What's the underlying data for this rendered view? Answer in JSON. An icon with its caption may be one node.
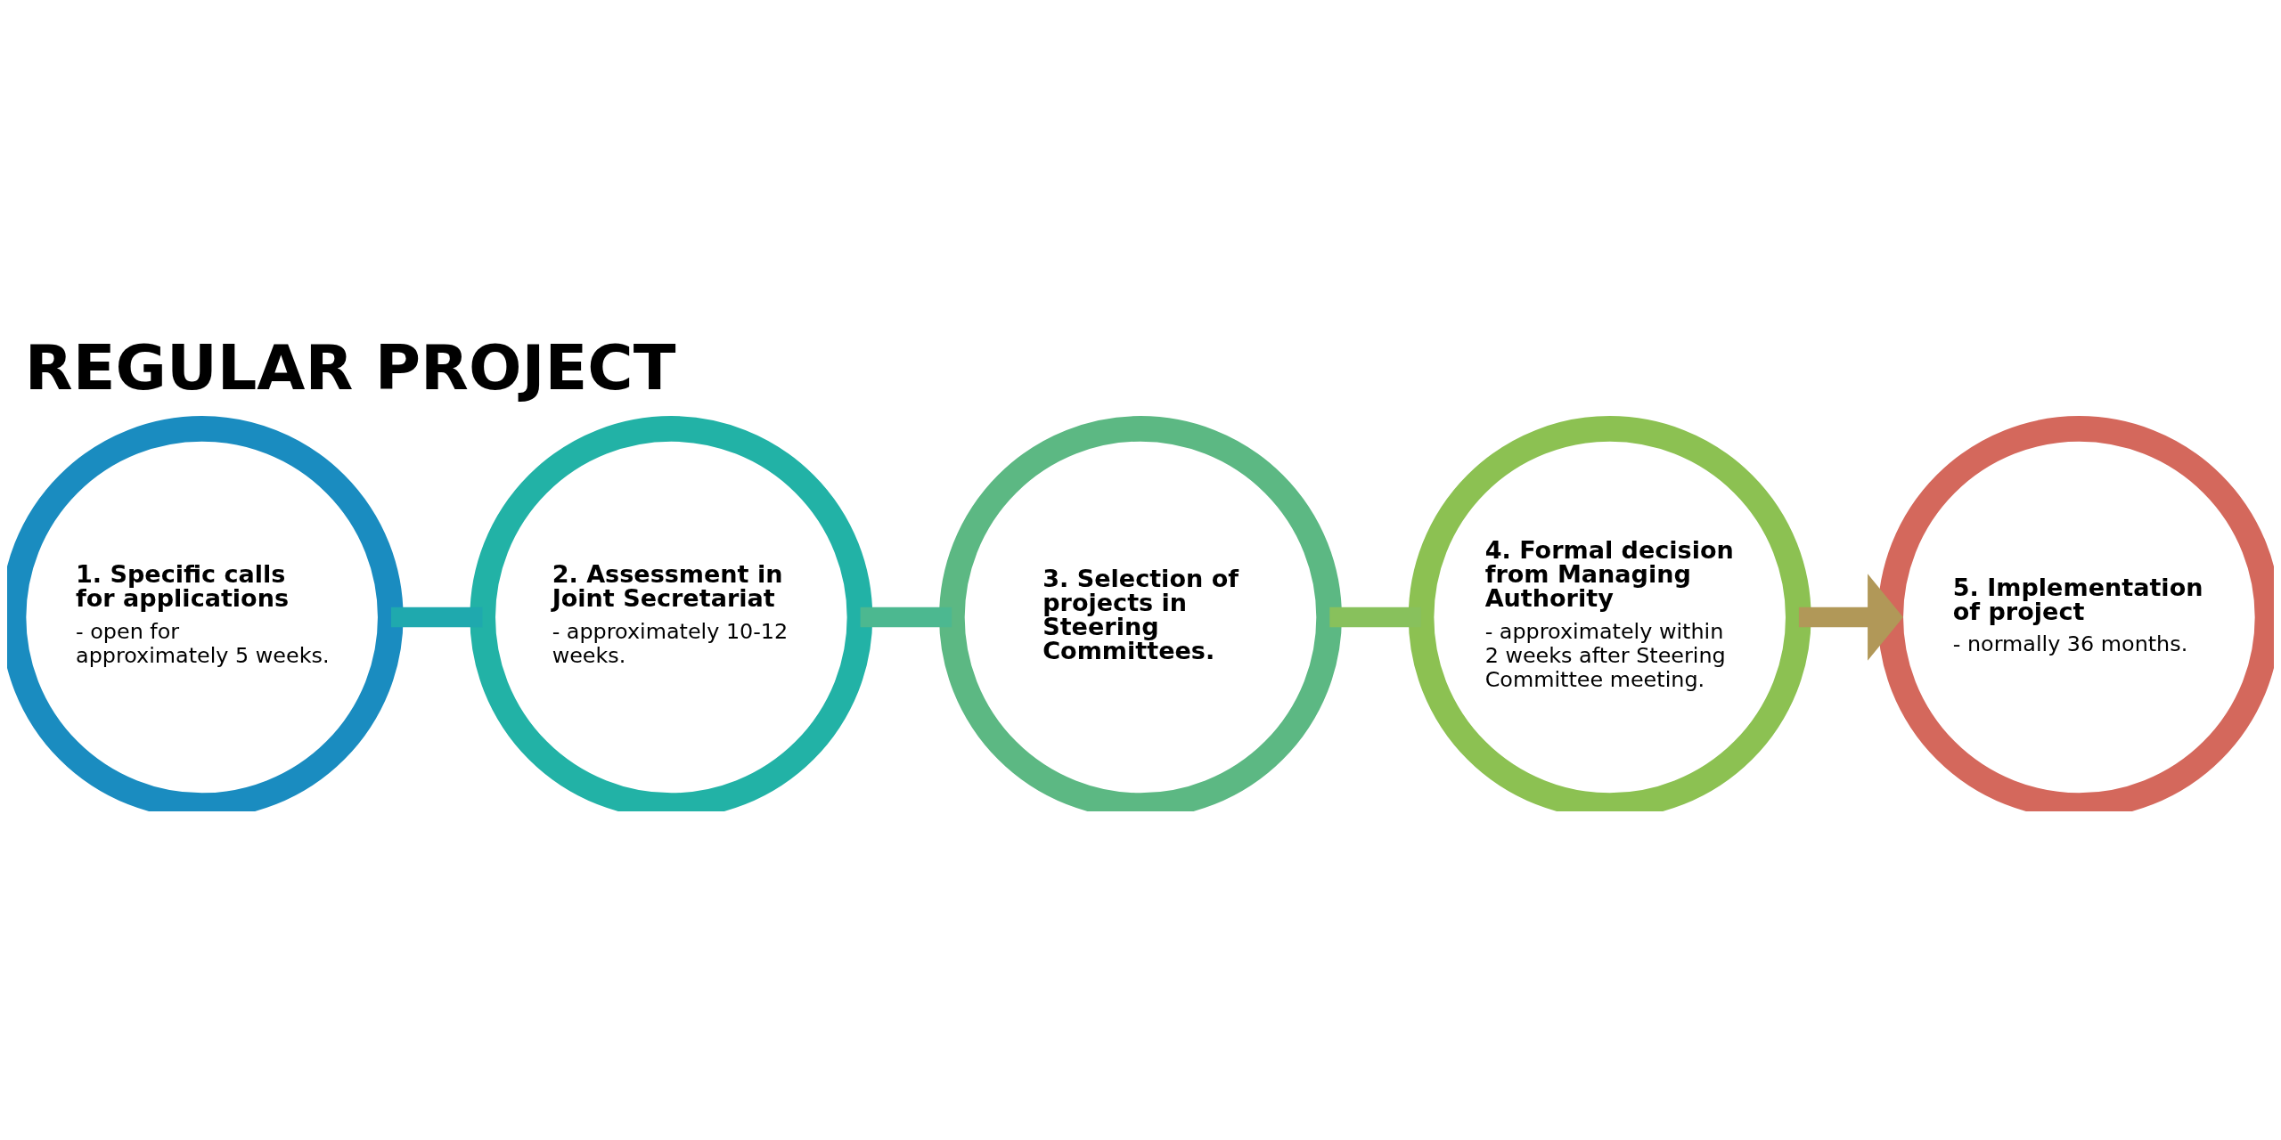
{
  "diagram": {
    "title": "REGULAR PROJECT",
    "nodes": [
      {
        "text": [
          "1. Specific calls for applications",
          "- open for approximately 5 weeks."
        ]
      },
      {
        "text": [
          "2. Assessment in Joint Secretariat",
          "- approximately 10-12 weeks."
        ]
      },
      {
        "text": [
          "3. Selection of projects in Steering Committees."
        ]
      },
      {
        "text": [
          "4. Formal decision from Managing Authority",
          "- approximately within 2 weeks after Steering Committee meeting."
        ]
      },
      {
        "text": [
          "5. Implementation of project",
          "- normally 36 months."
        ]
      }
    ],
    "edges": [
      {
        "from": 0,
        "to": 1,
        "arrow": "none",
        "color": "#1fa9ae"
      },
      {
        "from": 1,
        "to": 2,
        "arrow": "none",
        "color": "#4cb890"
      },
      {
        "from": 2,
        "to": 3,
        "arrow": "none",
        "color": "#88c15c"
      },
      {
        "from": 3,
        "to": 4,
        "arrow": "to",
        "color": "#b19858"
      }
    ]
  }
}
